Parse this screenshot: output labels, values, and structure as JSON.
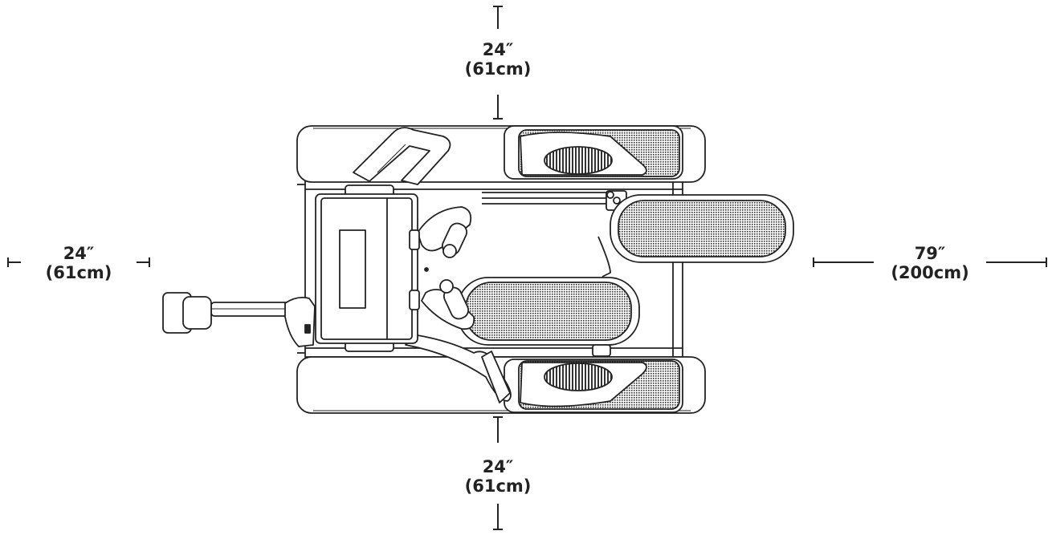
{
  "clearances": {
    "top": {
      "inches": "24″",
      "metric": "(61cm)"
    },
    "bottom": {
      "inches": "24″",
      "metric": "(61cm)"
    },
    "left": {
      "inches": "24″",
      "metric": "(61cm)"
    },
    "overall_length": {
      "inches": "79″",
      "metric": "(200cm)"
    }
  },
  "colors": {
    "line": "#222222",
    "fill": "#ffffff",
    "pedal_pad": "#333333"
  },
  "icons": [
    "dimension-arrow",
    "elliptical-top-view"
  ]
}
